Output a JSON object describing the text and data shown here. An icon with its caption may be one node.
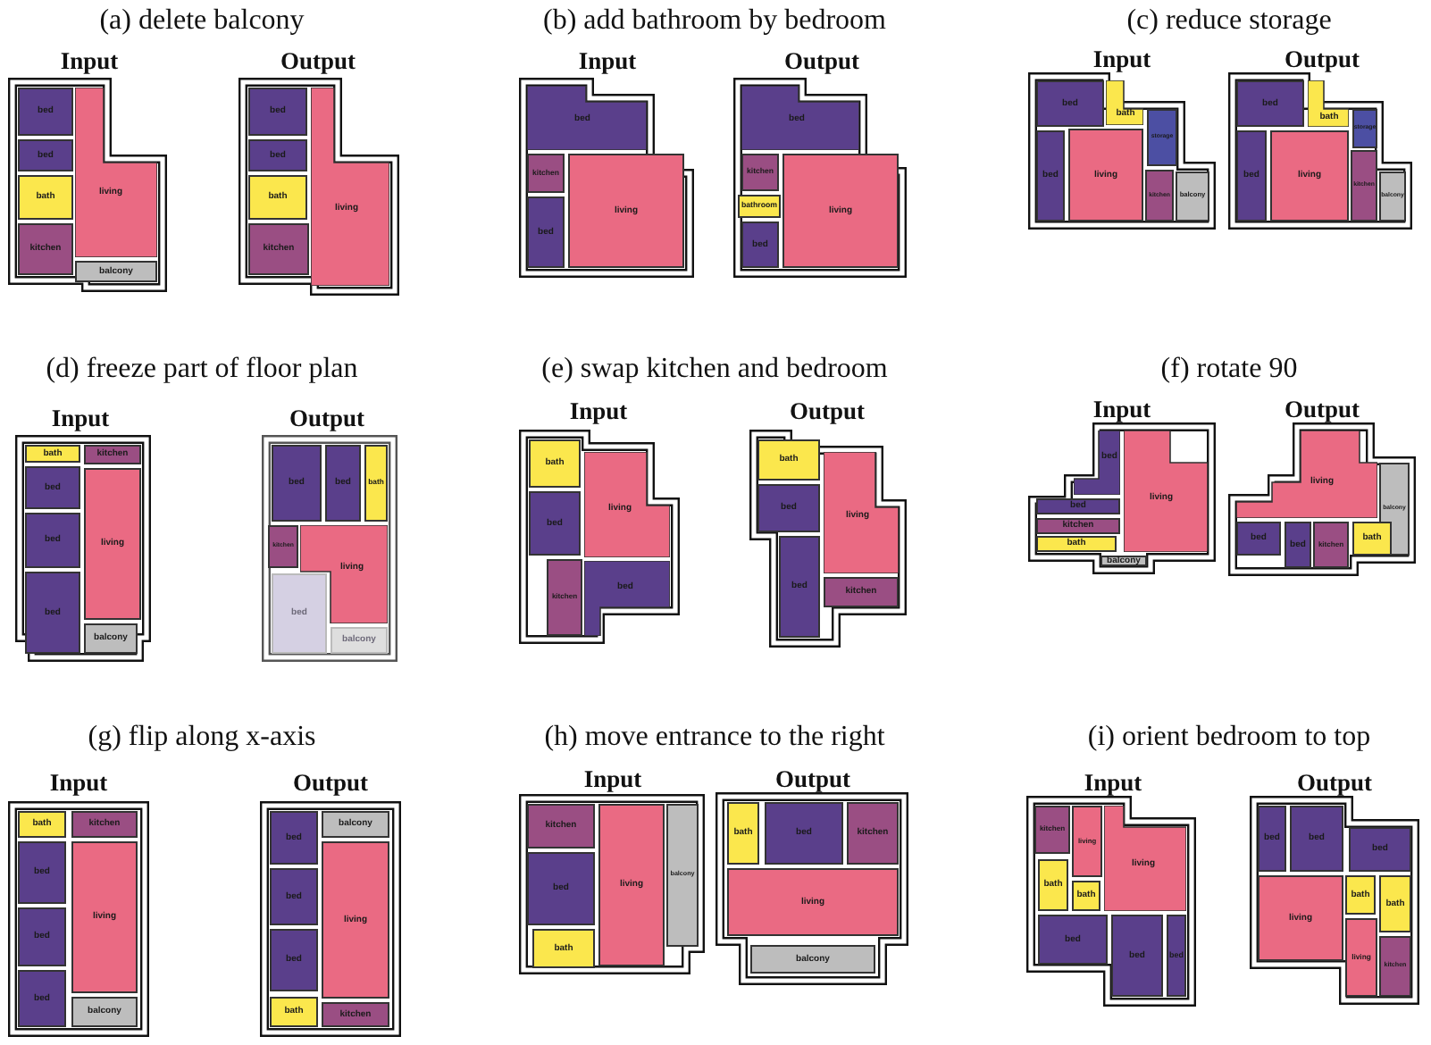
{
  "diagram": {
    "nodes": [
      {
        "text": [],
        "shape": "box"
      },
      {
        "text": [
          "bed"
        ],
        "in": 0
      },
      {
        "text": [
          "bed"
        ],
        "in": 0
      },
      {
        "text": [
          "bath"
        ],
        "in": 0
      },
      {
        "text": [
          "kitchen"
        ],
        "in": 0
      },
      {
        "text": [
          "living"
        ],
        "in": 0
      },
      {
        "text": [
          "balcony"
        ],
        "in": 0
      },
      {
        "text": [],
        "shape": "box"
      },
      {
        "text": [
          "bed"
        ],
        "in": 7
      },
      {
        "text": [
          "bed"
        ],
        "in": 7
      },
      {
        "text": [
          "bath"
        ],
        "in": 7
      },
      {
        "text": [
          "kitchen"
        ],
        "in": 7
      },
      {
        "text": [
          "living"
        ],
        "in": 7
      },
      {
        "text": [],
        "shape": "box"
      },
      {
        "text": [
          "bed"
        ],
        "in": 13
      },
      {
        "text": [
          "kitchen"
        ],
        "in": 13
      },
      {
        "text": [
          "bed"
        ],
        "in": 13
      },
      {
        "text": [
          "living"
        ],
        "in": 13
      },
      {
        "text": [],
        "shape": "box"
      },
      {
        "text": [
          "bed"
        ],
        "in": 18
      },
      {
        "text": [
          "kitchen"
        ],
        "in": 18
      },
      {
        "text": [
          "bathroom"
        ],
        "in": 18
      },
      {
        "text": [
          "bed"
        ],
        "in": 18
      },
      {
        "text": [
          "living"
        ],
        "in": 18
      },
      {
        "text": [],
        "shape": "box"
      },
      {
        "text": [
          "bed"
        ],
        "in": 24
      },
      {
        "text": [
          "bath"
        ],
        "in": 24
      },
      {
        "text": [
          "storage"
        ],
        "in": 24
      },
      {
        "text": [
          "bed"
        ],
        "in": 24
      },
      {
        "text": [
          "living"
        ],
        "in": 24
      },
      {
        "text": [
          "kitchen"
        ],
        "in": 24
      },
      {
        "text": [
          "balcony"
        ],
        "in": 24
      },
      {
        "text": [],
        "shape": "box"
      },
      {
        "text": [
          "bed"
        ],
        "in": 32
      },
      {
        "text": [
          "bath"
        ],
        "in": 32
      },
      {
        "text": [
          "storage"
        ],
        "in": 32
      },
      {
        "text": [
          "bed"
        ],
        "in": 32
      },
      {
        "text": [
          "living"
        ],
        "in": 32
      },
      {
        "text": [
          "kitchen"
        ],
        "in": 32
      },
      {
        "text": [
          "balcony"
        ],
        "in": 32
      },
      {
        "text": [],
        "shape": "box"
      },
      {
        "text": [
          "bath"
        ],
        "in": 40
      },
      {
        "text": [
          "kitchen"
        ],
        "in": 40
      },
      {
        "text": [
          "bed"
        ],
        "in": 40
      },
      {
        "text": [
          "bed"
        ],
        "in": 40
      },
      {
        "text": [
          "bed"
        ],
        "in": 40
      },
      {
        "text": [
          "living"
        ],
        "in": 40
      },
      {
        "text": [
          "balcony"
        ],
        "in": 40
      },
      {
        "text": [],
        "shape": "box"
      },
      {
        "text": [
          "bed"
        ],
        "in": 48
      },
      {
        "text": [
          "bed"
        ],
        "in": 48
      },
      {
        "text": [
          "bath"
        ],
        "in": 48
      },
      {
        "text": [
          "kitchen"
        ],
        "in": 48
      },
      {
        "text": [
          "living"
        ],
        "in": 48
      },
      {
        "text": [
          "bed"
        ],
        "in": 48
      },
      {
        "text": [
          "balcony"
        ],
        "in": 48
      },
      {
        "text": [],
        "shape": "box"
      },
      {
        "text": [
          "bath"
        ],
        "in": 56
      },
      {
        "text": [
          "living"
        ],
        "in": 56
      },
      {
        "text": [
          "bed"
        ],
        "in": 56
      },
      {
        "text": [
          "kitchen"
        ],
        "in": 56
      },
      {
        "text": [
          "bed"
        ],
        "in": 56
      },
      {
        "text": [],
        "shape": "box"
      },
      {
        "text": [
          "bath"
        ],
        "in": 62
      },
      {
        "text": [
          "bed"
        ],
        "in": 62
      },
      {
        "text": [
          "living"
        ],
        "in": 62
      },
      {
        "text": [
          "bed"
        ],
        "in": 62
      },
      {
        "text": [
          "kitchen"
        ],
        "in": 62
      },
      {
        "text": [],
        "shape": "box"
      },
      {
        "text": [
          "bed"
        ],
        "in": 68
      },
      {
        "text": [
          "bed"
        ],
        "in": 68
      },
      {
        "text": [
          "living"
        ],
        "in": 68
      },
      {
        "text": [
          "kitchen"
        ],
        "in": 68
      },
      {
        "text": [
          "bath"
        ],
        "in": 68
      },
      {
        "text": [
          "balcony"
        ],
        "in": 68
      },
      {
        "text": [],
        "shape": "box"
      },
      {
        "text": [
          "living"
        ],
        "in": 75
      },
      {
        "text": [
          "balcony"
        ],
        "in": 75
      },
      {
        "text": [
          "bed"
        ],
        "in": 75
      },
      {
        "text": [
          "bed"
        ],
        "in": 75
      },
      {
        "text": [
          "kitchen"
        ],
        "in": 75
      },
      {
        "text": [
          "bath"
        ],
        "in": 75
      },
      {
        "text": [],
        "shape": "box"
      },
      {
        "text": [
          "bath"
        ],
        "in": 82
      },
      {
        "text": [
          "kitchen"
        ],
        "in": 82
      },
      {
        "text": [
          "bed"
        ],
        "in": 82
      },
      {
        "text": [
          "bed"
        ],
        "in": 82
      },
      {
        "text": [
          "bed"
        ],
        "in": 82
      },
      {
        "text": [
          "living"
        ],
        "in": 82
      },
      {
        "text": [
          "balcony"
        ],
        "in": 82
      },
      {
        "text": [],
        "shape": "box"
      },
      {
        "text": [
          "bed"
        ],
        "in": 90
      },
      {
        "text": [
          "balcony"
        ],
        "in": 90
      },
      {
        "text": [
          "bed"
        ],
        "in": 90
      },
      {
        "text": [
          "bed"
        ],
        "in": 90
      },
      {
        "text": [
          "living"
        ],
        "in": 90
      },
      {
        "text": [
          "bath"
        ],
        "in": 90
      },
      {
        "text": [
          "kitchen"
        ],
        "in": 90
      },
      {
        "text": [],
        "shape": "box"
      },
      {
        "text": [
          "kitchen"
        ],
        "in": 98
      },
      {
        "text": [
          "bed"
        ],
        "in": 98
      },
      {
        "text": [
          "bath"
        ],
        "in": 98
      },
      {
        "text": [
          "living"
        ],
        "in": 98
      },
      {
        "text": [
          "balcony"
        ],
        "in": 98
      },
      {
        "text": [],
        "shape": "box"
      },
      {
        "text": [
          "bath"
        ],
        "in": 104
      },
      {
        "text": [
          "bed"
        ],
        "in": 104
      },
      {
        "text": [
          "kitchen"
        ],
        "in": 104
      },
      {
        "text": [
          "living"
        ],
        "in": 104
      },
      {
        "text": [
          "balcony"
        ],
        "in": 104
      },
      {
        "text": [],
        "shape": "box"
      },
      {
        "text": [
          "kitchen"
        ],
        "in": 110
      },
      {
        "text": [
          "living"
        ],
        "in": 110
      },
      {
        "text": [
          "living"
        ],
        "in": 110
      },
      {
        "text": [
          "bath"
        ],
        "in": 110
      },
      {
        "text": [
          "bath"
        ],
        "in": 110
      },
      {
        "text": [
          "bed"
        ],
        "in": 110
      },
      {
        "text": [
          "bed"
        ],
        "in": 110
      },
      {
        "text": [
          "bed"
        ],
        "in": 110
      },
      {
        "text": [],
        "shape": "box"
      },
      {
        "text": [
          "bed"
        ],
        "in": 119
      },
      {
        "text": [
          "bed"
        ],
        "in": 119
      },
      {
        "text": [
          "bed"
        ],
        "in": 119
      },
      {
        "text": [
          "living"
        ],
        "in": 119
      },
      {
        "text": [
          "bath"
        ],
        "in": 119
      },
      {
        "text": [
          "bath"
        ],
        "in": 119
      },
      {
        "text": [
          "living"
        ],
        "in": 119
      },
      {
        "text": [
          "kitchen"
        ],
        "in": 119
      }
    ],
    "labels": [
      "(a) delete balcony",
      "(b) add bathroom by bedroom",
      "(c) reduce storage",
      "Input",
      "Output",
      "Input",
      "Output",
      "Input",
      "Output",
      "(d) freeze part of floor plan",
      "(e) swap kitchen and bedroom",
      "(f) rotate 90",
      "Input",
      "Output",
      "Input",
      "Output",
      "Input",
      "Output",
      "(g) flip along x-axis",
      "(h) move entrance to the right",
      "(i) orient bedroom to top",
      "Input",
      "Output",
      "Input",
      "Output",
      "Input",
      "Output"
    ]
  }
}
